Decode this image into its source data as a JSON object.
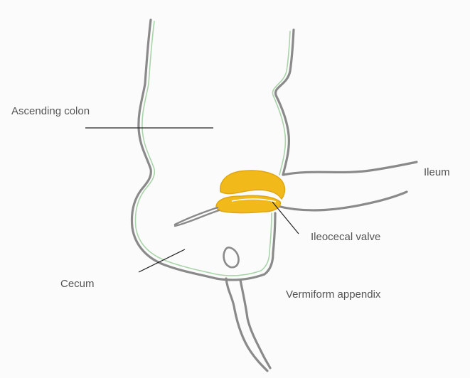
{
  "labels": {
    "ascending_colon": "Ascending colon",
    "ileum": "Ileum",
    "ileocecal_valve": "Ileocecal valve",
    "cecum": "Cecum",
    "vermiform_appendix": "Vermiform appendix"
  },
  "colors": {
    "outline": "#8a8a8a",
    "wall_lining": "#a9d4a9",
    "valve": "#f2b91a",
    "leader_line": "#222222",
    "label_text": "#555555"
  }
}
